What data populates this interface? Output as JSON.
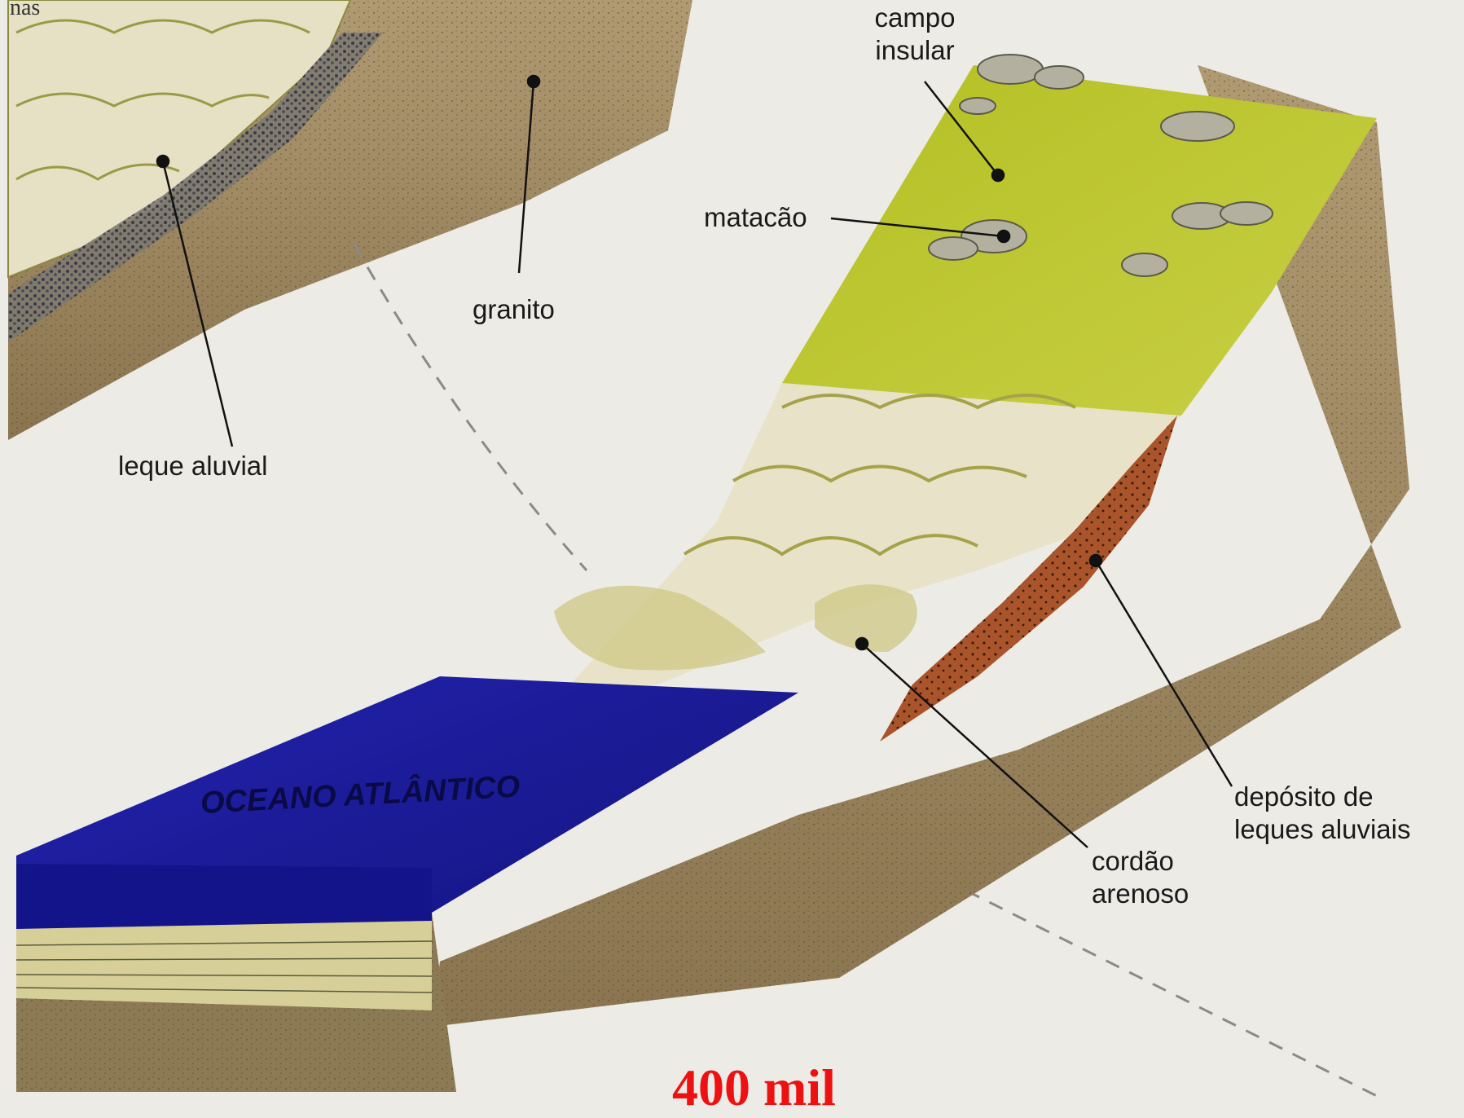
{
  "labels": {
    "campo_insular_line1": "campo",
    "campo_insular_line2": "insular",
    "matacao": "matacão",
    "granito": "granito",
    "leque_aluvial": "leque aluvial",
    "deposito_line1": "depósito de",
    "deposito_line2": "leques aluviais",
    "cordao_line1": "cordão",
    "cordao_line2": "arenoso",
    "oceano": "OCEANO  ATLÂNTICO"
  },
  "edge_fragment": "nas",
  "bottom_caption": "400 mil",
  "colors": {
    "background": "#ecebe6",
    "rock": "#a08a63",
    "sand": "#e8e3c8",
    "grass": "#b8c427",
    "ocean": "#1a1aa0",
    "fan_deposit": "#a9542a",
    "sediment": "#d6cf98",
    "caption": "#ee1111"
  }
}
